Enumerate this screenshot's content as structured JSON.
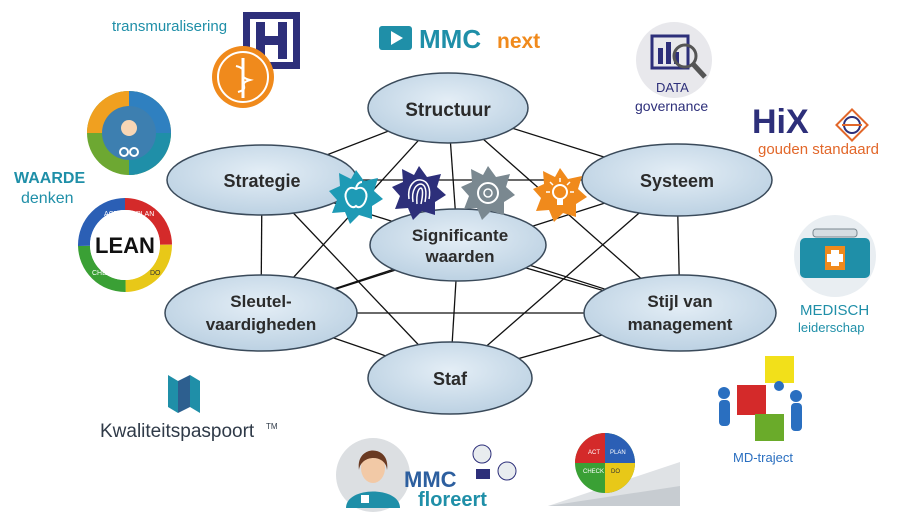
{
  "nodes": {
    "structuur": "Structuur",
    "strategie": "Strategie",
    "systeem": "Systeem",
    "significante_1": "Significante",
    "significante_2": "waarden",
    "sleutel_1": "Sleutel-",
    "sleutel_2": "vaardigheden",
    "stijl_1": "Stijl van",
    "stijl_2": "management",
    "staf": "Staf"
  },
  "logos": {
    "transmuralisering": "transmuralisering",
    "mmc_next_1": "MMC",
    "mmc_next_2": "next",
    "data_1": "DATA",
    "data_2": "governance",
    "hix_1": "HiX",
    "hix_2": "gouden standaard",
    "waarde_1": "WAARDE",
    "waarde_2": "denken",
    "lean": "LEAN",
    "lean_act": "ACT",
    "lean_plan": "PLAN",
    "lean_check": "CHECK",
    "lean_do": "DO",
    "medisch_1": "MEDISCH",
    "medisch_2": "leiderschap",
    "kwaliteit": "Kwaliteitspaspoort",
    "kwaliteit_tm": "TM",
    "md_traject": "MD-traject",
    "mmc_floreert_1": "MMC",
    "mmc_floreert_2": "floreert",
    "pdca_act": "ACT",
    "pdca_plan": "PLAN",
    "pdca_check": "CHECK",
    "pdca_do": "DO"
  },
  "colors": {
    "ellipse_fill": "#c9dae8",
    "ellipse_stroke": "#3a4a5a",
    "teal": "#1f8fa8",
    "orange": "#f08a1c",
    "navy": "#2d2f7a"
  }
}
